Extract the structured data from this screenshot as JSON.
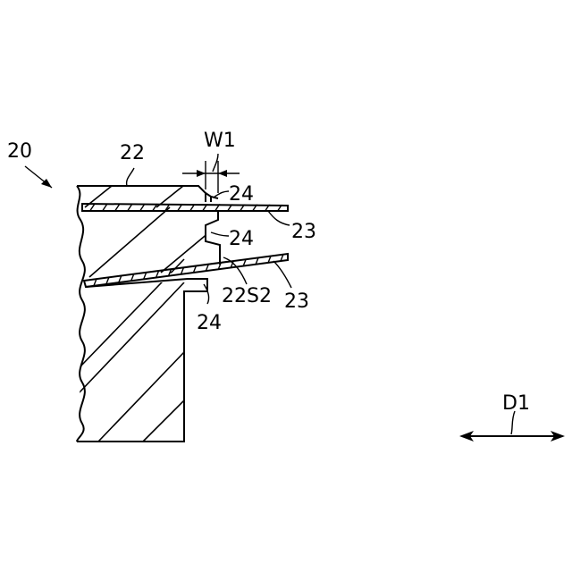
{
  "figure": {
    "labels": {
      "assembly": "20",
      "body": "22",
      "width": "W1",
      "recess_top": "24",
      "recess_mid": "24",
      "recess_bottom": "24",
      "sheet_top": "23",
      "sheet_bottom": "23",
      "surface": "22S2",
      "direction": "D1"
    }
  }
}
